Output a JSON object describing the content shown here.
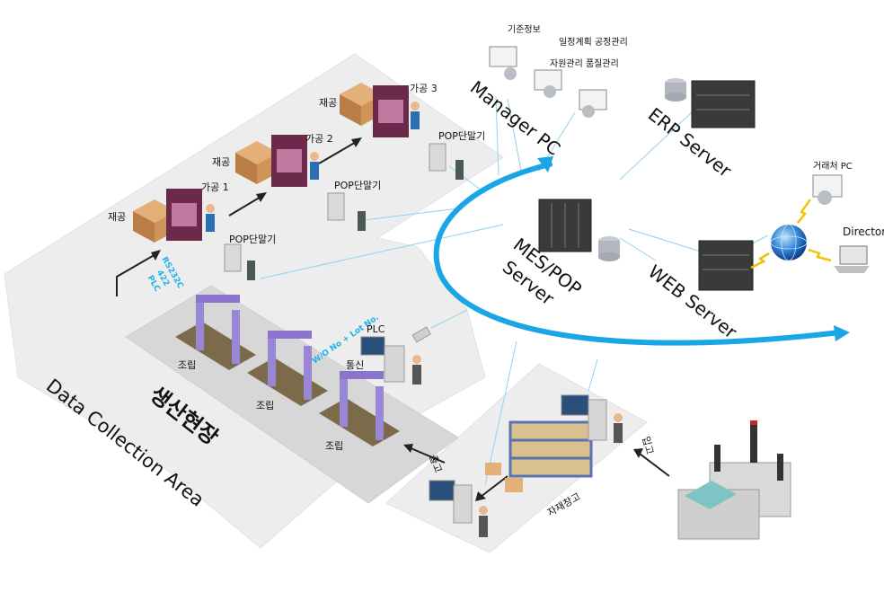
{
  "production": {
    "title_ko": "생산현장",
    "title_en": "Data Collection Area"
  },
  "stations": [
    {
      "material": "재공",
      "process": "가공 1",
      "terminal": "POP단말기"
    },
    {
      "material": "재공",
      "process": "가공 2",
      "terminal": "POP단말기"
    },
    {
      "material": "재공",
      "process": "가공 3",
      "terminal": "POP단말기"
    }
  ],
  "rs232c": [
    "RS232C",
    "422",
    "PLC"
  ],
  "assembly": [
    "조립",
    "조립",
    "조립"
  ],
  "plc": {
    "label": "PLC",
    "comm": "통신",
    "wo_label": "W/O No + Lot No."
  },
  "outbound": "출고",
  "inbound": "입고",
  "warehouse": "자재창고",
  "manager": {
    "label": "Manager PC",
    "clients": [
      "기준정보",
      "일정계획 공정관리",
      "자원관리 품질관리"
    ]
  },
  "servers": {
    "erp": "ERP Server",
    "mes": [
      "MES/POP",
      "Server"
    ],
    "web": "WEB Server"
  },
  "partner_pc": "거래처 PC",
  "director": "Director",
  "colors": {
    "arc": "#1aa6e6",
    "link": "#8fd3ee",
    "floor": "#ececec",
    "assembly_zone": "#d9d9d9",
    "machine": "#6b2a4a",
    "gantry": "#9a86d6"
  }
}
